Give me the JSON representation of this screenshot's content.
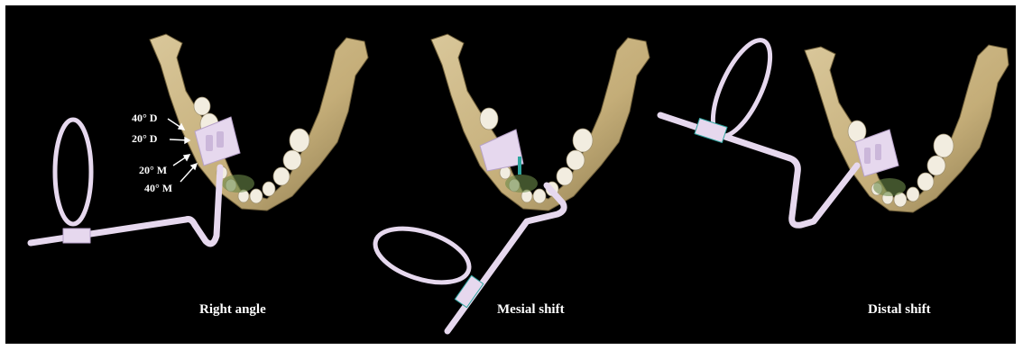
{
  "panels": [
    {
      "caption": "Right angle",
      "angle_labels": [
        "40° D",
        "20° D",
        "20° M",
        "40° M"
      ]
    },
    {
      "caption": "Mesial shift"
    },
    {
      "caption": "Distal shift"
    }
  ],
  "colors": {
    "background": "#000000",
    "bone": "#cdb98a",
    "bone_shadow": "#8c7a4e",
    "tooth": "#f2ede0",
    "tissue": "#6c8a4a",
    "holder": "#e6d8ee",
    "holder_edge": "#b7a2c9",
    "film_accent": "#2fa6a0",
    "text": "#ffffff"
  }
}
